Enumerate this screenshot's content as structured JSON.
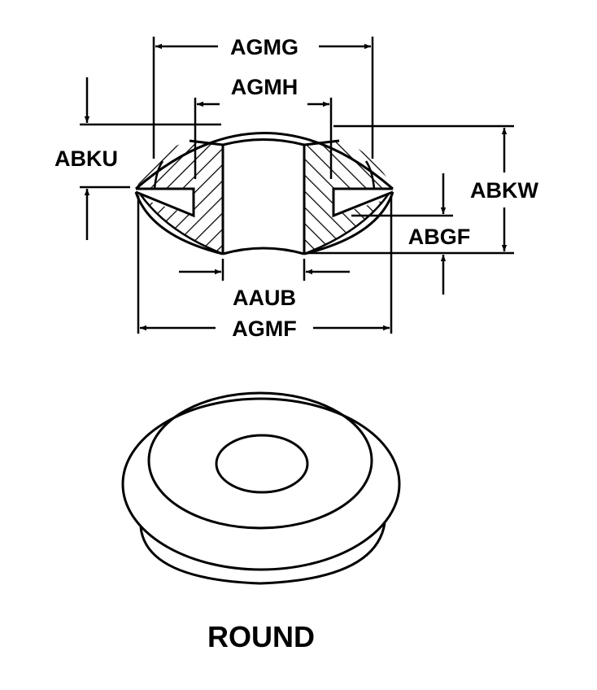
{
  "diagram": {
    "dimensions": {
      "agmg": "AGMG",
      "agmh": "AGMH",
      "abku": "ABKU",
      "abkw": "ABKW",
      "abgf": "ABGF",
      "aaub": "AAUB",
      "agmf": "AGMF"
    },
    "caption": "ROUND",
    "colors": {
      "ink": "#000000",
      "background": "#ffffff"
    }
  }
}
